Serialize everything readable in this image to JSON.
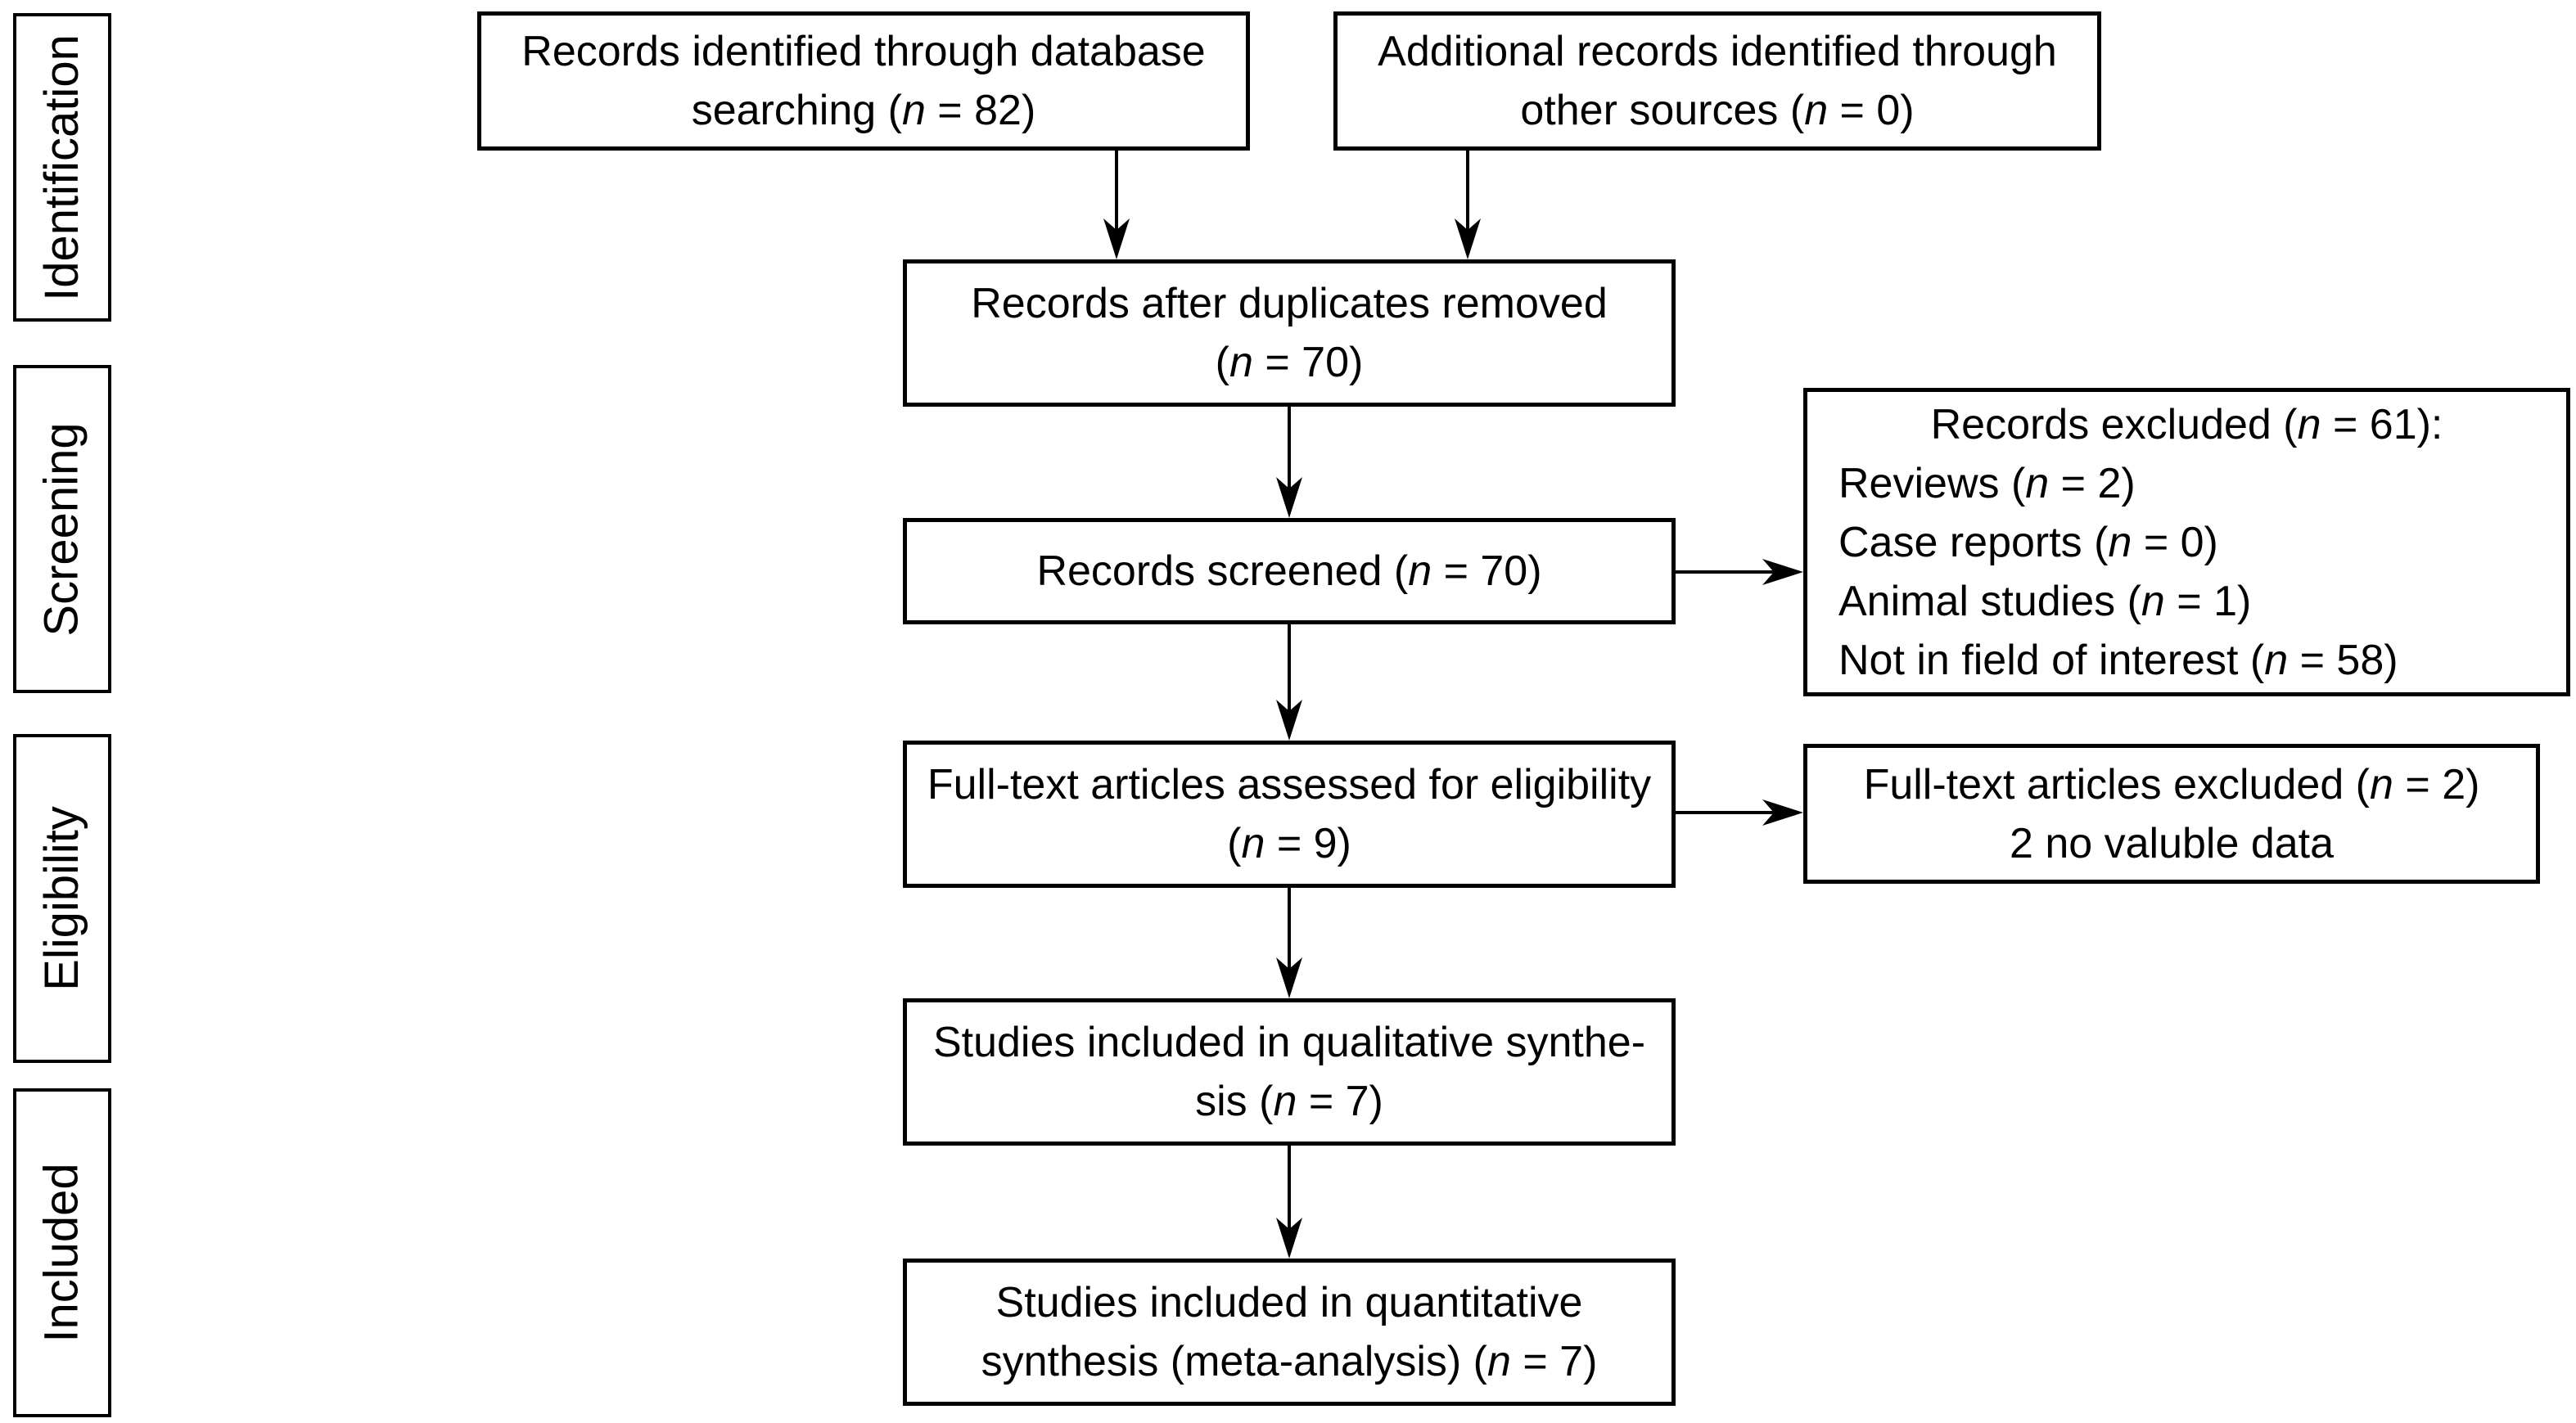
{
  "figure": {
    "type": "prisma-flow-diagram",
    "colors": {
      "line": "#000000",
      "background": "#ffffff",
      "text": "#000000"
    },
    "stages": [
      {
        "label": "Identification"
      },
      {
        "label": "Screening"
      },
      {
        "label": "Eligibility"
      },
      {
        "label": "Included"
      }
    ],
    "boxes": {
      "records_identified": {
        "lines": [
          {
            "segments": [
              {
                "t": "Records identified through database"
              }
            ]
          },
          {
            "segments": [
              {
                "t": "searching ("
              },
              {
                "t": "n",
                "i": true
              },
              {
                "t": " = 82)"
              }
            ]
          }
        ]
      },
      "additional_records": {
        "lines": [
          {
            "segments": [
              {
                "t": "Additional records identified through"
              }
            ]
          },
          {
            "segments": [
              {
                "t": "other sources ("
              },
              {
                "t": "n",
                "i": true
              },
              {
                "t": " = 0)"
              }
            ]
          }
        ]
      },
      "after_duplicates": {
        "lines": [
          {
            "segments": [
              {
                "t": "Records after duplicates removed"
              }
            ]
          },
          {
            "segments": [
              {
                "t": "("
              },
              {
                "t": "n",
                "i": true
              },
              {
                "t": " = 70)"
              }
            ]
          }
        ]
      },
      "records_screened": {
        "lines": [
          {
            "segments": [
              {
                "t": "Records screened ("
              },
              {
                "t": "n",
                "i": true
              },
              {
                "t": " = 70)"
              }
            ]
          }
        ]
      },
      "records_excluded": {
        "lines": [
          {
            "align": "center",
            "segments": [
              {
                "t": "Records excluded ("
              },
              {
                "t": "n",
                "i": true
              },
              {
                "t": " = 61):"
              }
            ]
          },
          {
            "segments": [
              {
                "t": "Reviews ("
              },
              {
                "t": "n",
                "i": true
              },
              {
                "t": " = 2)"
              }
            ]
          },
          {
            "segments": [
              {
                "t": "Case reports ("
              },
              {
                "t": "n",
                "i": true
              },
              {
                "t": " = 0)"
              }
            ]
          },
          {
            "segments": [
              {
                "t": "Animal studies ("
              },
              {
                "t": "n",
                "i": true
              },
              {
                "t": " = 1)"
              }
            ]
          },
          {
            "segments": [
              {
                "t": "Not in field of interest ("
              },
              {
                "t": "n",
                "i": true
              },
              {
                "t": " = 58)"
              }
            ]
          }
        ]
      },
      "fulltext_assessed": {
        "lines": [
          {
            "segments": [
              {
                "t": "Full-text articles assessed for eligibility"
              }
            ]
          },
          {
            "segments": [
              {
                "t": "("
              },
              {
                "t": "n",
                "i": true
              },
              {
                "t": " = 9)"
              }
            ]
          }
        ]
      },
      "fulltext_excluded": {
        "lines": [
          {
            "segments": [
              {
                "t": "Full-text articles excluded ("
              },
              {
                "t": "n",
                "i": true
              },
              {
                "t": " = 2)"
              }
            ]
          },
          {
            "segments": [
              {
                "t": "2 no valuble data"
              }
            ]
          }
        ]
      },
      "qualitative_synthesis": {
        "lines": [
          {
            "segments": [
              {
                "t": "Studies included in qualitative synthe-"
              }
            ]
          },
          {
            "segments": [
              {
                "t": "sis ("
              },
              {
                "t": "n",
                "i": true
              },
              {
                "t": " = 7)"
              }
            ]
          }
        ]
      },
      "quantitative_synthesis": {
        "lines": [
          {
            "segments": [
              {
                "t": "Studies included in quantitative"
              }
            ]
          },
          {
            "segments": [
              {
                "t": "synthesis (meta-analysis) ("
              },
              {
                "t": "n",
                "i": true
              },
              {
                "t": " = 7)"
              }
            ]
          }
        ]
      }
    }
  }
}
